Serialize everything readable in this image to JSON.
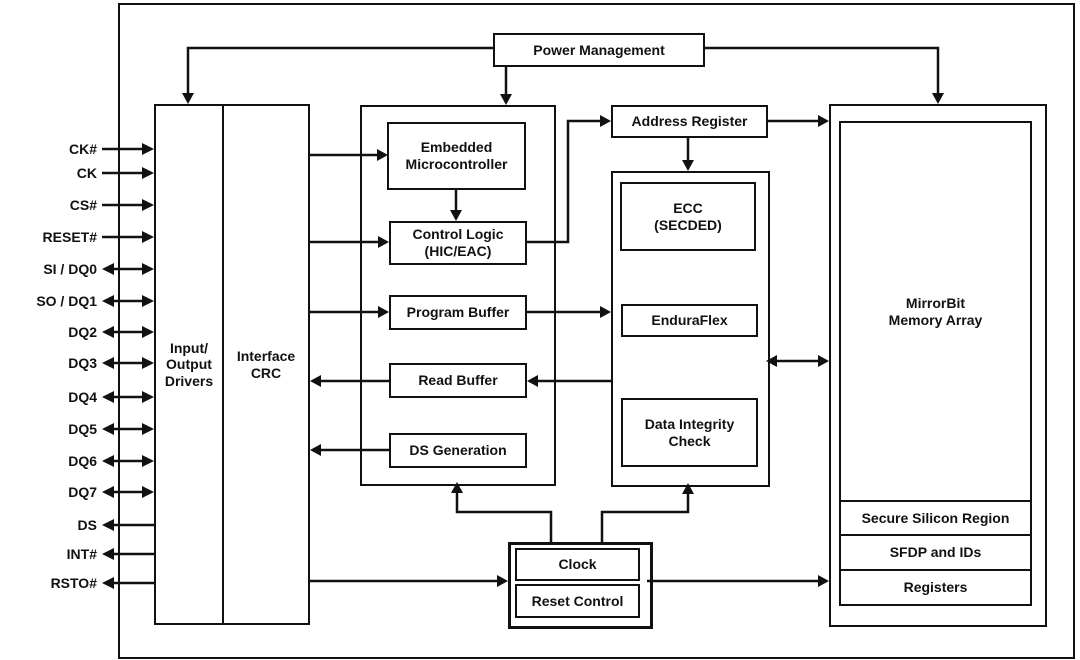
{
  "signals": [
    {
      "label": "CK#",
      "direction": "input"
    },
    {
      "label": "CK",
      "direction": "input"
    },
    {
      "label": "CS#",
      "direction": "input"
    },
    {
      "label": "RESET#",
      "direction": "input"
    },
    {
      "label": "SI / DQ0",
      "direction": "bidirectional"
    },
    {
      "label": "SO / DQ1",
      "direction": "bidirectional"
    },
    {
      "label": "DQ2",
      "direction": "bidirectional"
    },
    {
      "label": "DQ3",
      "direction": "bidirectional"
    },
    {
      "label": "DQ4",
      "direction": "bidirectional"
    },
    {
      "label": "DQ5",
      "direction": "bidirectional"
    },
    {
      "label": "DQ6",
      "direction": "bidirectional"
    },
    {
      "label": "DQ7",
      "direction": "bidirectional"
    },
    {
      "label": "DS",
      "direction": "output"
    },
    {
      "label": "INT#",
      "direction": "output"
    },
    {
      "label": "RSTO#",
      "direction": "output"
    }
  ],
  "blocks": {
    "power_management": "Power Management",
    "io_drivers": "Input/\nOutput\nDrivers",
    "interface_crc": "Interface\nCRC",
    "embedded_microcontroller": "Embedded\nMicrocontroller",
    "control_logic": "Control Logic\n(HIC/EAC)",
    "program_buffer": "Program Buffer",
    "read_buffer": "Read Buffer",
    "ds_generation": "DS Generation",
    "address_register": "Address Register",
    "ecc": "ECC\n(SECDED)",
    "enduraflex": "EnduraFlex",
    "data_integrity_check": "Data Integrity\nCheck",
    "mirrorbit_memory_array": "MirrorBit\nMemory Array",
    "secure_silicon_region": "Secure Silicon Region",
    "sfdp_and_ids": "SFDP and IDs",
    "registers": "Registers",
    "clock": "Clock",
    "reset_control": "Reset Control"
  },
  "colors": {
    "wire": "#111111",
    "box_border": "#111111",
    "text": "#111111",
    "background": "#ffffff"
  }
}
